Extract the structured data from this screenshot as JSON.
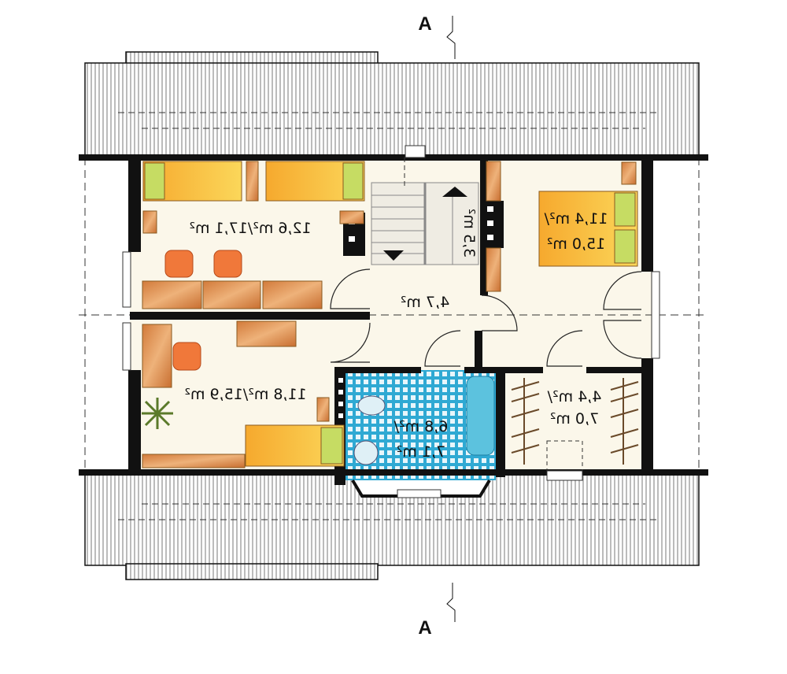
{
  "section_marks": {
    "top": "A",
    "bottom": "A"
  },
  "rooms": {
    "bedroom_top_left": {
      "line1": "12,6 m²/17,1 m²"
    },
    "bedroom_bottom_left": {
      "line1": "11,8 m²/15,9 m²"
    },
    "hall": {
      "line1": "4,7 m²"
    },
    "stairs": {
      "line1": "3,5 m²"
    },
    "bedroom_right": {
      "line1": "11,4 m²/",
      "line2": "15,0 m²"
    },
    "bathroom": {
      "line1": "6,8 m²/",
      "line2": "7,1 m²"
    },
    "wardrobe": {
      "line1": "4,4 m²/",
      "line2": "7,0 m²"
    }
  },
  "colors": {
    "wall": "#111111",
    "floor": "#fbf7ea",
    "bed": "#f7b93a",
    "pillow": "#c6dc63",
    "furniture": "#d88a45",
    "chair": "#f0783a",
    "tile": "#3bb3d8"
  }
}
